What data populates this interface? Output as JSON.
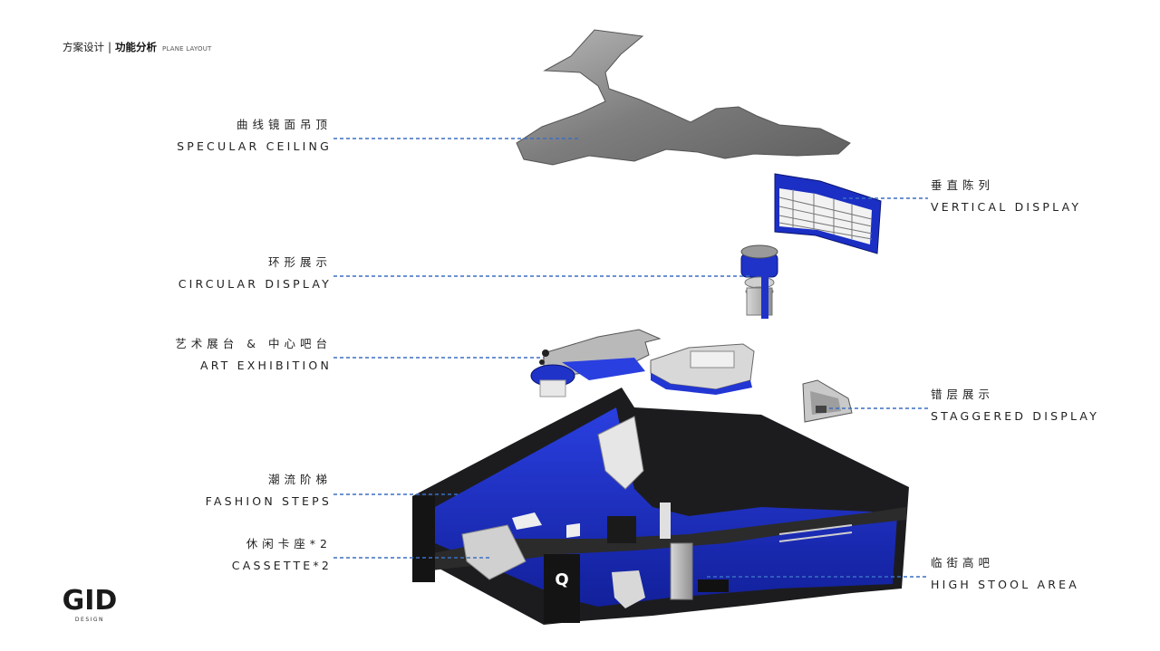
{
  "header": {
    "section": "方案设计",
    "separator": "|",
    "function": "功能分析",
    "subtitle_en": "PLANE LAYOUT"
  },
  "labels": [
    {
      "id": "specular-ceiling",
      "zh": "曲线镜面吊顶",
      "en": "SPECULAR CEILING",
      "side": "left"
    },
    {
      "id": "circular-display",
      "zh": "环形展示",
      "en": "CIRCULAR DISPLAY",
      "side": "left"
    },
    {
      "id": "art-exhibition",
      "zh": "艺术展台 & 中心吧台",
      "en": "ART EXHIBITION",
      "side": "left"
    },
    {
      "id": "fashion-steps",
      "zh": "潮流阶梯",
      "en": "FASHION STEPS",
      "side": "left"
    },
    {
      "id": "cassette",
      "zh": "休闲卡座*2",
      "en": "CASSETTE*2",
      "side": "left"
    },
    {
      "id": "vertical-display",
      "zh": "垂直陈列",
      "en": "VERTICAL DISPLAY",
      "side": "right"
    },
    {
      "id": "staggered-display",
      "zh": "错层展示",
      "en": "STAGGERED DISPLAY",
      "side": "right"
    },
    {
      "id": "high-stool-area",
      "zh": "临街高吧",
      "en": "HIGH STOOL AREA",
      "side": "right"
    }
  ],
  "colors": {
    "leader_line": "#3b6fc4",
    "brand_blue": "#1f33c9",
    "dark_wall": "#1c1c1f",
    "ceiling_grey": "#8a8a8a"
  },
  "logo": {
    "mark": "GID",
    "sub": "DESIGN"
  }
}
